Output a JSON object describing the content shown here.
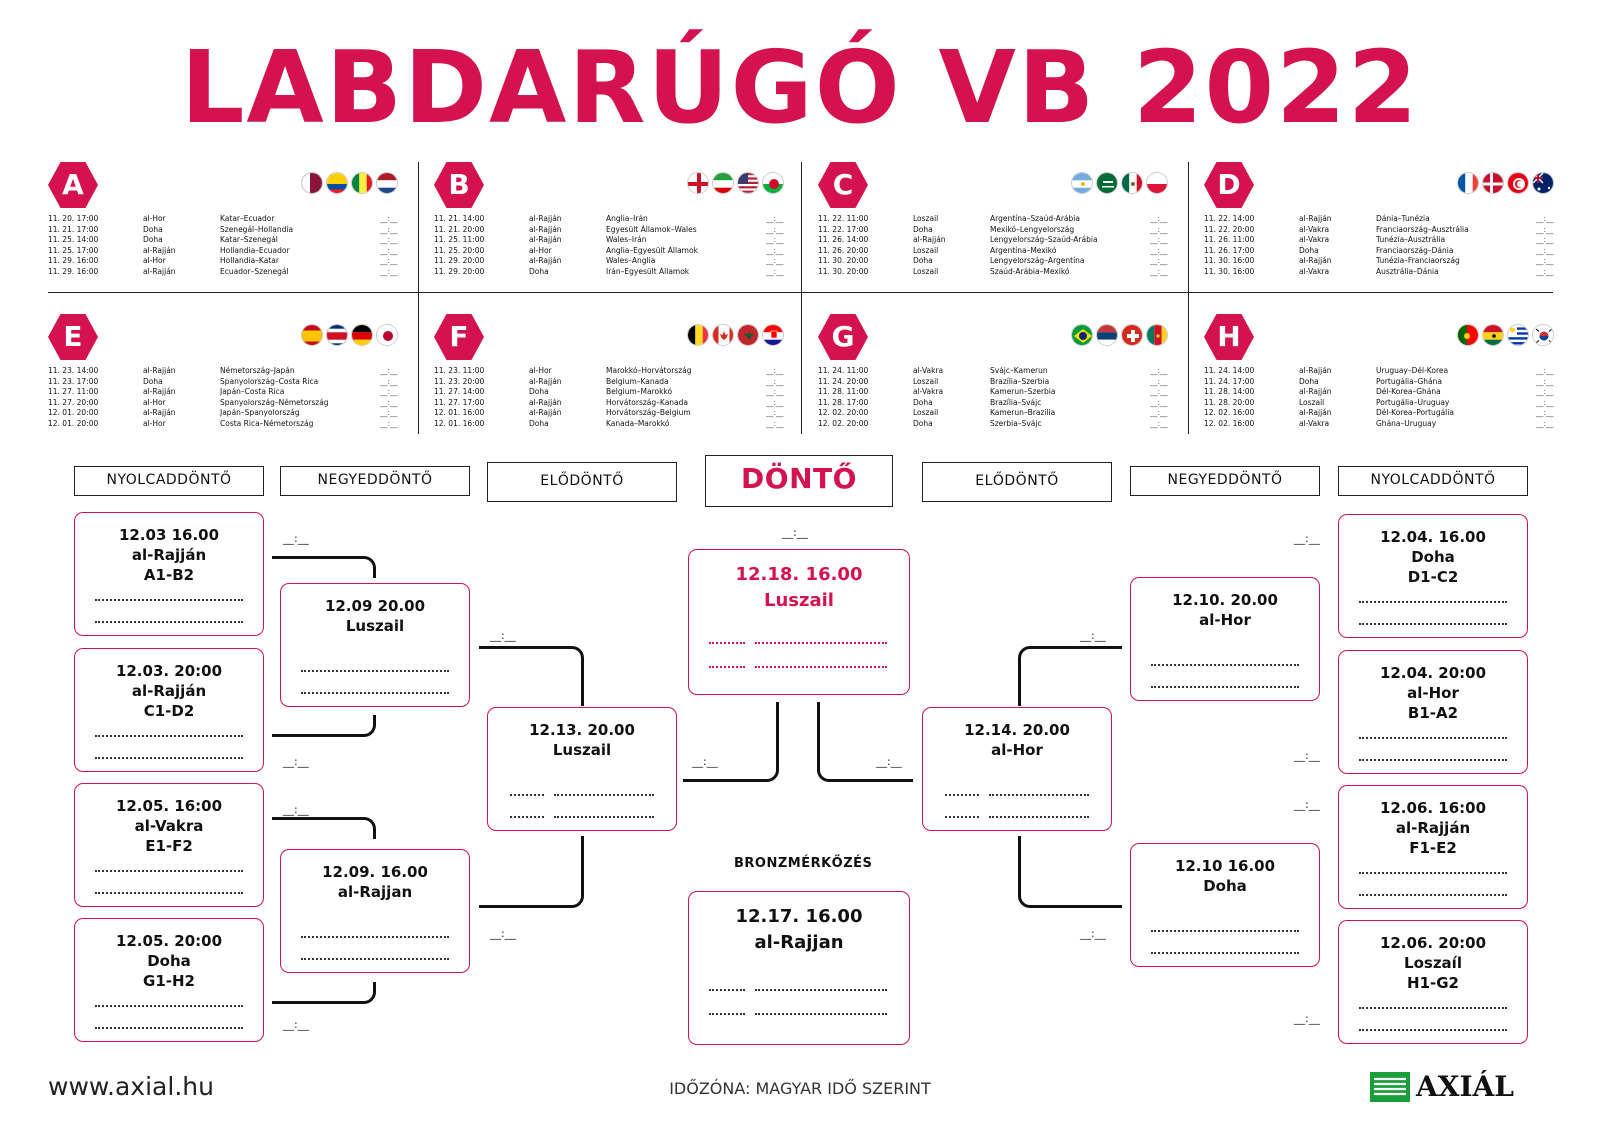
{
  "title": "LABDARÚGÓ VB 2022",
  "colors": {
    "accent": "#d4124f"
  },
  "groups": [
    {
      "letter": "A",
      "flags": [
        "qatar-flag",
        "ecuador-flag",
        "senegal-flag",
        "netherlands-flag"
      ],
      "matches": [
        [
          "11. 20. 17:00",
          "al-Hor",
          "Katar–Ecuador",
          "__:__"
        ],
        [
          "11. 21. 17:00",
          "Doha",
          "Szenegál–Hollandia",
          "__:__"
        ],
        [
          "11. 25. 14:00",
          "Doha",
          "Katar–Szenegál",
          "__:__"
        ],
        [
          "11. 25. 17:00",
          "al-Rajján",
          "Hollandia–Ecuador",
          "__:__"
        ],
        [
          "11. 29. 16:00",
          "al-Hor",
          "Hollandia–Katar",
          "__:__"
        ],
        [
          "11. 29. 16:00",
          "al-Rajján",
          "Ecuador–Szenegál",
          "__:__"
        ]
      ]
    },
    {
      "letter": "B",
      "flags": [
        "england-flag",
        "iran-flag",
        "usa-flag",
        "wales-flag"
      ],
      "matches": [
        [
          "11. 21. 14:00",
          "al-Rajján",
          "Anglia–Irán",
          "__:__"
        ],
        [
          "11. 21. 20:00",
          "al-Rajján",
          "Egyesült Államok–Wales",
          "__:__"
        ],
        [
          "11. 25. 11:00",
          "al-Rajján",
          "Wales–Irán",
          "__:__"
        ],
        [
          "11. 25. 20:00",
          "al-Hor",
          "Anglia–Egyesült Államok",
          "__:__"
        ],
        [
          "11. 29. 20:00",
          "al-Rajján",
          "Wales–Anglia",
          "__:__"
        ],
        [
          "11. 29. 20:00",
          "Doha",
          "Irán–Egyesült Államok",
          "__:__"
        ]
      ]
    },
    {
      "letter": "C",
      "flags": [
        "argentina-flag",
        "saudi-arabia-flag",
        "mexico-flag",
        "poland-flag"
      ],
      "matches": [
        [
          "11. 22. 11:00",
          "Loszail",
          "Argentína–Szaúd-Arábia",
          "__:__"
        ],
        [
          "11. 22. 17:00",
          "Doha",
          "Mexikó–Lengyelország",
          "__:__"
        ],
        [
          "11. 26. 14:00",
          "al-Rajján",
          "Lengyelország–Szaúd-Arábia",
          "__:__"
        ],
        [
          "11. 26. 20:00",
          "Loszail",
          "Argentína–Mexikó",
          "__:__"
        ],
        [
          "11. 30. 20:00",
          "Doha",
          "Lengyelország–Argentína",
          "__:__"
        ],
        [
          "11. 30. 20:00",
          "Loszail",
          "Szaúd-Arábia–Mexikó",
          "__:__"
        ]
      ]
    },
    {
      "letter": "D",
      "flags": [
        "france-flag",
        "denmark-flag",
        "tunisia-flag",
        "australia-flag"
      ],
      "matches": [
        [
          "11. 22. 14:00",
          "al-Rajján",
          "Dánia–Tunézia",
          "__:__"
        ],
        [
          "11. 22. 20:00",
          "al-Vakra",
          "Franciaország–Ausztrália",
          "__:__"
        ],
        [
          "11. 26. 11:00",
          "al-Vakra",
          "Tunézia–Ausztrália",
          "__:__"
        ],
        [
          "11. 26. 17:00",
          "Doha",
          "Franciaország–Dánia",
          "__:__"
        ],
        [
          "11. 30. 16:00",
          "al-Rajján",
          "Tunézia–Franciaország",
          "__:__"
        ],
        [
          "11. 30. 16:00",
          "al-Vakra",
          "Ausztrália–Dánia",
          "__:__"
        ]
      ]
    },
    {
      "letter": "E",
      "flags": [
        "spain-flag",
        "costa-rica-flag",
        "germany-flag",
        "japan-flag"
      ],
      "matches": [
        [
          "11. 23. 14:00",
          "al-Rajján",
          "Németország–Japán",
          "__:__"
        ],
        [
          "11. 23. 17:00",
          "Doha",
          "Spanyolország–Costa Rica",
          "__:__"
        ],
        [
          "11. 27. 11:00",
          "al-Rajján",
          "Japán–Costa Rica",
          "__:__"
        ],
        [
          "11. 27. 20:00",
          "al-Hor",
          "Spanyolország–Németország",
          "__:__"
        ],
        [
          "12. 01. 20:00",
          "al-Rajján",
          "Japán–Spanyolország",
          "__:__"
        ],
        [
          "12. 01. 20:00",
          "al-Hor",
          "Costa Rica–Németország",
          "__:__"
        ]
      ]
    },
    {
      "letter": "F",
      "flags": [
        "belgium-flag",
        "canada-flag",
        "morocco-flag",
        "croatia-flag"
      ],
      "matches": [
        [
          "11. 23. 11:00",
          "al-Hor",
          "Marokkó–Horvátország",
          "__:__"
        ],
        [
          "11. 23. 20:00",
          "al-Rajján",
          "Belgium–Kanada",
          "__:__"
        ],
        [
          "11. 27. 14:00",
          "Doha",
          "Belgium–Marokkó",
          "__:__"
        ],
        [
          "11. 27. 17:00",
          "al-Rajján",
          "Horvátország–Kanada",
          "__:__"
        ],
        [
          "12. 01. 16:00",
          "al-Rajján",
          "Horvátország–Belgium",
          "__:__"
        ],
        [
          "12. 01. 16:00",
          "Doha",
          "Kanada–Marokkó",
          "__:__"
        ]
      ]
    },
    {
      "letter": "G",
      "flags": [
        "brazil-flag",
        "serbia-flag",
        "switzerland-flag",
        "cameroon-flag"
      ],
      "matches": [
        [
          "11. 24. 11:00",
          "al-Vakra",
          "Svájc–Kamerun",
          "__:__"
        ],
        [
          "11. 24. 20:00",
          "Loszail",
          "Brazília–Szerbia",
          "__:__"
        ],
        [
          "11. 28. 11:00",
          "al-Vakra",
          "Kamerun–Szerbia",
          "__:__"
        ],
        [
          "11. 28. 17:00",
          "Doha",
          "Brazília–Svájc",
          "__:__"
        ],
        [
          "12. 02. 20:00",
          "Loszail",
          "Kamerun–Brazília",
          "__:__"
        ],
        [
          "12. 02. 20:00",
          "Doha",
          "Szerbia–Svájc",
          "__:__"
        ]
      ]
    },
    {
      "letter": "H",
      "flags": [
        "portugal-flag",
        "ghana-flag",
        "uruguay-flag",
        "south-korea-flag"
      ],
      "matches": [
        [
          "11. 24. 14:00",
          "al-Rajján",
          "Uruguay–Dél-Korea",
          "__:__"
        ],
        [
          "11. 24. 17:00",
          "Doha",
          "Portugália–Ghána",
          "__:__"
        ],
        [
          "11. 28. 14:00",
          "al-Rajján",
          "Dél-Korea–Ghána",
          "__:__"
        ],
        [
          "11. 28. 20:00",
          "Loszail",
          "Portugália–Uruguay",
          "__:__"
        ],
        [
          "12. 02. 16:00",
          "al-Rajján",
          "Dél-Korea–Portugália",
          "__:__"
        ],
        [
          "12. 02. 16:00",
          "al-Vakra",
          "Ghána–Uruguay",
          "__:__"
        ]
      ]
    }
  ],
  "stages": {
    "r16_left": "NYOLCADDÖNTŐ",
    "qf_left": "NEGYEDDÖNTŐ",
    "sf_left": "ELŐDÖNTŐ",
    "final": "DÖNTŐ",
    "sf_right": "ELŐDÖNTŐ",
    "qf_right": "NEGYEDDÖNTŐ",
    "r16_right": "NYOLCADDÖNTŐ"
  },
  "score_placeholder": "__:__",
  "matches": {
    "r16_l1": {
      "date": "12.03 16.00",
      "venue": "al-Rajján",
      "pair": "A1-B2"
    },
    "r16_l2": {
      "date": "12.03. 20:00",
      "venue": "al-Rajján",
      "pair": "C1-D2"
    },
    "r16_l3": {
      "date": "12.05. 16:00",
      "venue": "al-Vakra",
      "pair": "E1-F2"
    },
    "r16_l4": {
      "date": "12.05. 20:00",
      "venue": "Doha",
      "pair": "G1-H2"
    },
    "qf_l1": {
      "date": "12.09 20.00",
      "venue": "Luszail"
    },
    "qf_l2": {
      "date": "12.09. 16.00",
      "venue": "al-Rajjan"
    },
    "sf_l": {
      "date": "12.13. 20.00",
      "venue": "Luszail"
    },
    "final": {
      "date": "12.18. 16.00",
      "venue": "Luszail"
    },
    "sf_r": {
      "date": "12.14. 20.00",
      "venue": "al-Hor"
    },
    "qf_r1": {
      "date": "12.10. 20.00",
      "venue": "al-Hor"
    },
    "qf_r2": {
      "date": "12.10 16.00",
      "venue": "Doha"
    },
    "r16_r1": {
      "date": "12.04. 16.00",
      "venue": "Doha",
      "pair": "D1-C2"
    },
    "r16_r2": {
      "date": "12.04. 20:00",
      "venue": "al-Hor",
      "pair": "B1-A2"
    },
    "r16_r3": {
      "date": "12.06. 16:00",
      "venue": "al-Rajján",
      "pair": "F1-E2"
    },
    "r16_r4": {
      "date": "12.06. 20:00",
      "venue": "Loszaíl",
      "pair": "H1-G2"
    },
    "bronze": {
      "title": "BRONZMÉRKŐZÉS",
      "date": "12.17. 16.00",
      "venue": "al-Rajjan"
    }
  },
  "footer": {
    "site": "www.axial.hu",
    "timezone": "IDŐZÓNA: MAGYAR IDŐ SZERINT",
    "logo_text": "AXIÁL"
  }
}
